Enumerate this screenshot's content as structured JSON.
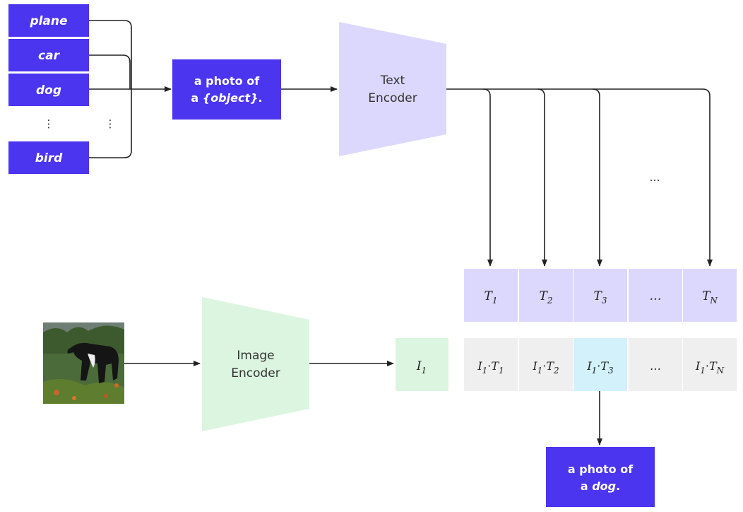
{
  "class_labels": [
    "plane",
    "car",
    "dog",
    "⋮",
    "bird"
  ],
  "class_dots_right": "⋮",
  "prompt_template": {
    "line1": "a photo of",
    "line2_prefix": "a ",
    "line2_object": "{object}",
    "line2_suffix": "."
  },
  "text_encoder": {
    "line1": "Text",
    "line2": "Encoder"
  },
  "image_encoder": {
    "line1": "Image",
    "line2": "Encoder"
  },
  "text_embeddings": [
    {
      "base": "T",
      "sub": "1"
    },
    {
      "base": "T",
      "sub": "2"
    },
    {
      "base": "T",
      "sub": "3"
    },
    {
      "base": "…",
      "sub": ""
    },
    {
      "base": "T",
      "sub": "N"
    }
  ],
  "text_embedding_ellipsis": "…",
  "image_embedding": {
    "base": "I",
    "sub": "1"
  },
  "similarities": [
    {
      "a": "I",
      "a_sub": "1",
      "b": "T",
      "b_sub": "1"
    },
    {
      "a": "I",
      "a_sub": "1",
      "b": "T",
      "b_sub": "2"
    },
    {
      "a": "I",
      "a_sub": "1",
      "b": "T",
      "b_sub": "3"
    },
    {
      "a": "…",
      "a_sub": "",
      "b": "",
      "b_sub": ""
    },
    {
      "a": "I",
      "a_sub": "1",
      "b": "T",
      "b_sub": "N"
    }
  ],
  "highlighted_similarity_index": 2,
  "result": {
    "line1": "a photo of",
    "line2_prefix": "a ",
    "line2_object": "dog",
    "line2_suffix": "."
  },
  "colors": {
    "label_box": "#4b35ef",
    "text_encoder": "#dcd8fd",
    "image_encoder": "#dcf5e0",
    "text_embedding_cell": "#dcd8fd",
    "image_embedding_cell": "#dcf5e0",
    "similarity_cell": "#efefef",
    "similarity_highlight": "#d3f1fb",
    "arrow": "#222222"
  }
}
